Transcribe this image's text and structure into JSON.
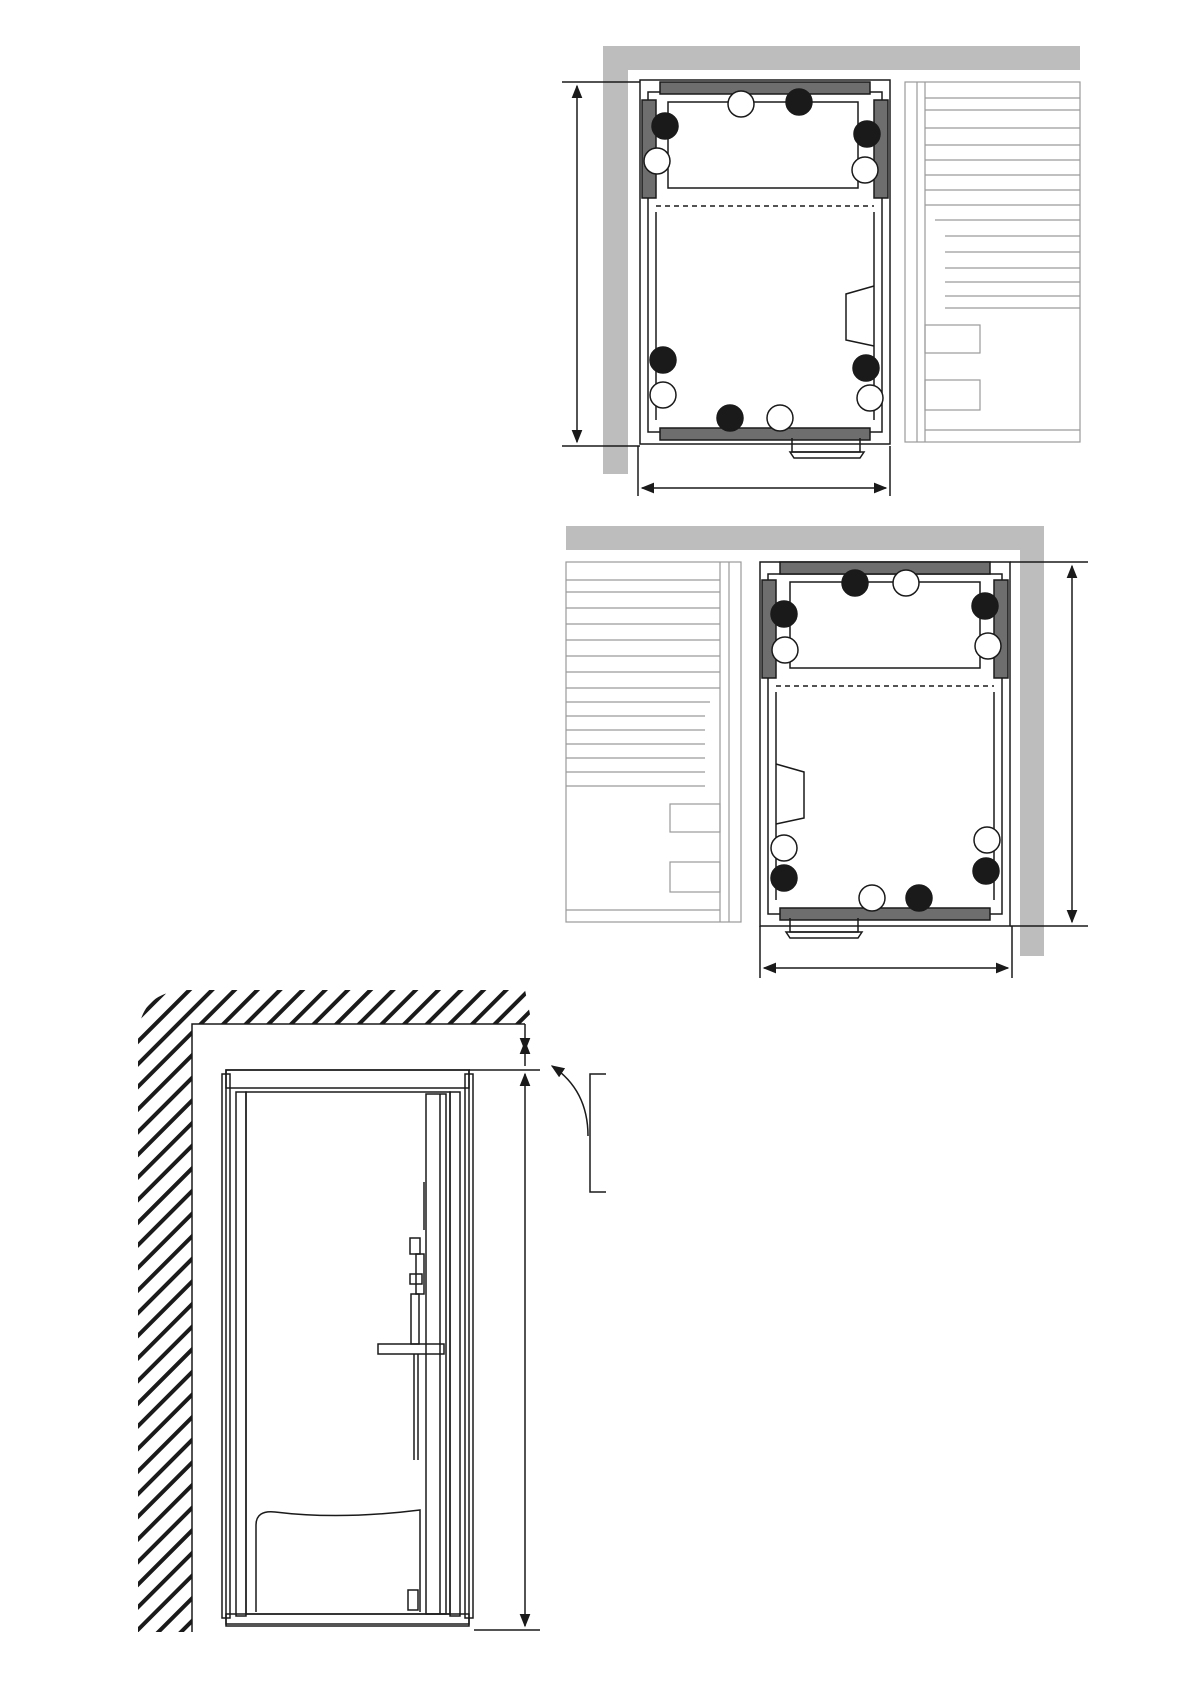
{
  "document": {
    "type": "installation-diagram",
    "views": [
      {
        "id": "plan-left-corner",
        "kind": "top-view"
      },
      {
        "id": "plan-right-corner",
        "kind": "top-view"
      },
      {
        "id": "front-elevation",
        "kind": "front-view"
      }
    ]
  },
  "plan": {
    "filled_markers_per_view": 6,
    "open_markers_per_view": 6
  },
  "colors": {
    "wall": "#bdbdbd",
    "line": "#1a1a1a",
    "panel": "#6e6e6e",
    "faint": "#9a9a9a",
    "marker_fill": "#1a1a1a",
    "marker_open": "#ffffff"
  },
  "icons": {
    "dimension": "arrow-double-icon",
    "leader": "curved-arrow-icon"
  }
}
